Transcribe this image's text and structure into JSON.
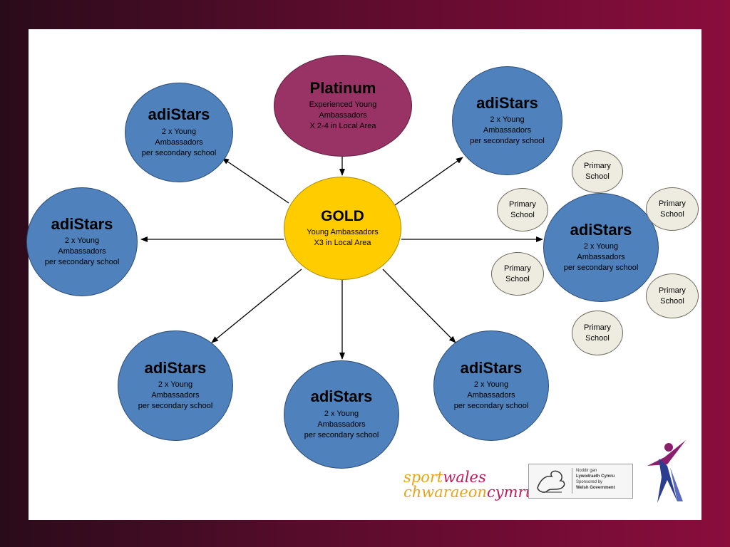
{
  "diagram": {
    "center": {
      "title": "GOLD",
      "lines": [
        "Young Ambassadors",
        "X3 in Local Area"
      ],
      "color": "#ffcc00"
    },
    "top": {
      "title": "Platinum",
      "lines": [
        "Experienced Young",
        "Ambassadors",
        "X 2-4 in Local Area"
      ],
      "color": "#993366"
    },
    "adistars": {
      "title": "adiStars",
      "lines": [
        "2 x Young",
        "Ambassadors",
        "per secondary school"
      ],
      "color": "#4f81bd"
    },
    "primary_label": [
      "Primary",
      "School"
    ],
    "primary_color": "#eeece1"
  },
  "logos": {
    "sportwales": {
      "line1a": "sport",
      "line1b": "wales",
      "line2a": "chwaraeon",
      "line2b": "cymru"
    },
    "welsh_gov": {
      "line1": "Noddir gan",
      "line2": "Lywodraeth Cymru",
      "line3": "Sponsored by",
      "line4": "Welsh Government"
    }
  },
  "icons": [
    "dragon-icon",
    "figure-logo-icon"
  ]
}
